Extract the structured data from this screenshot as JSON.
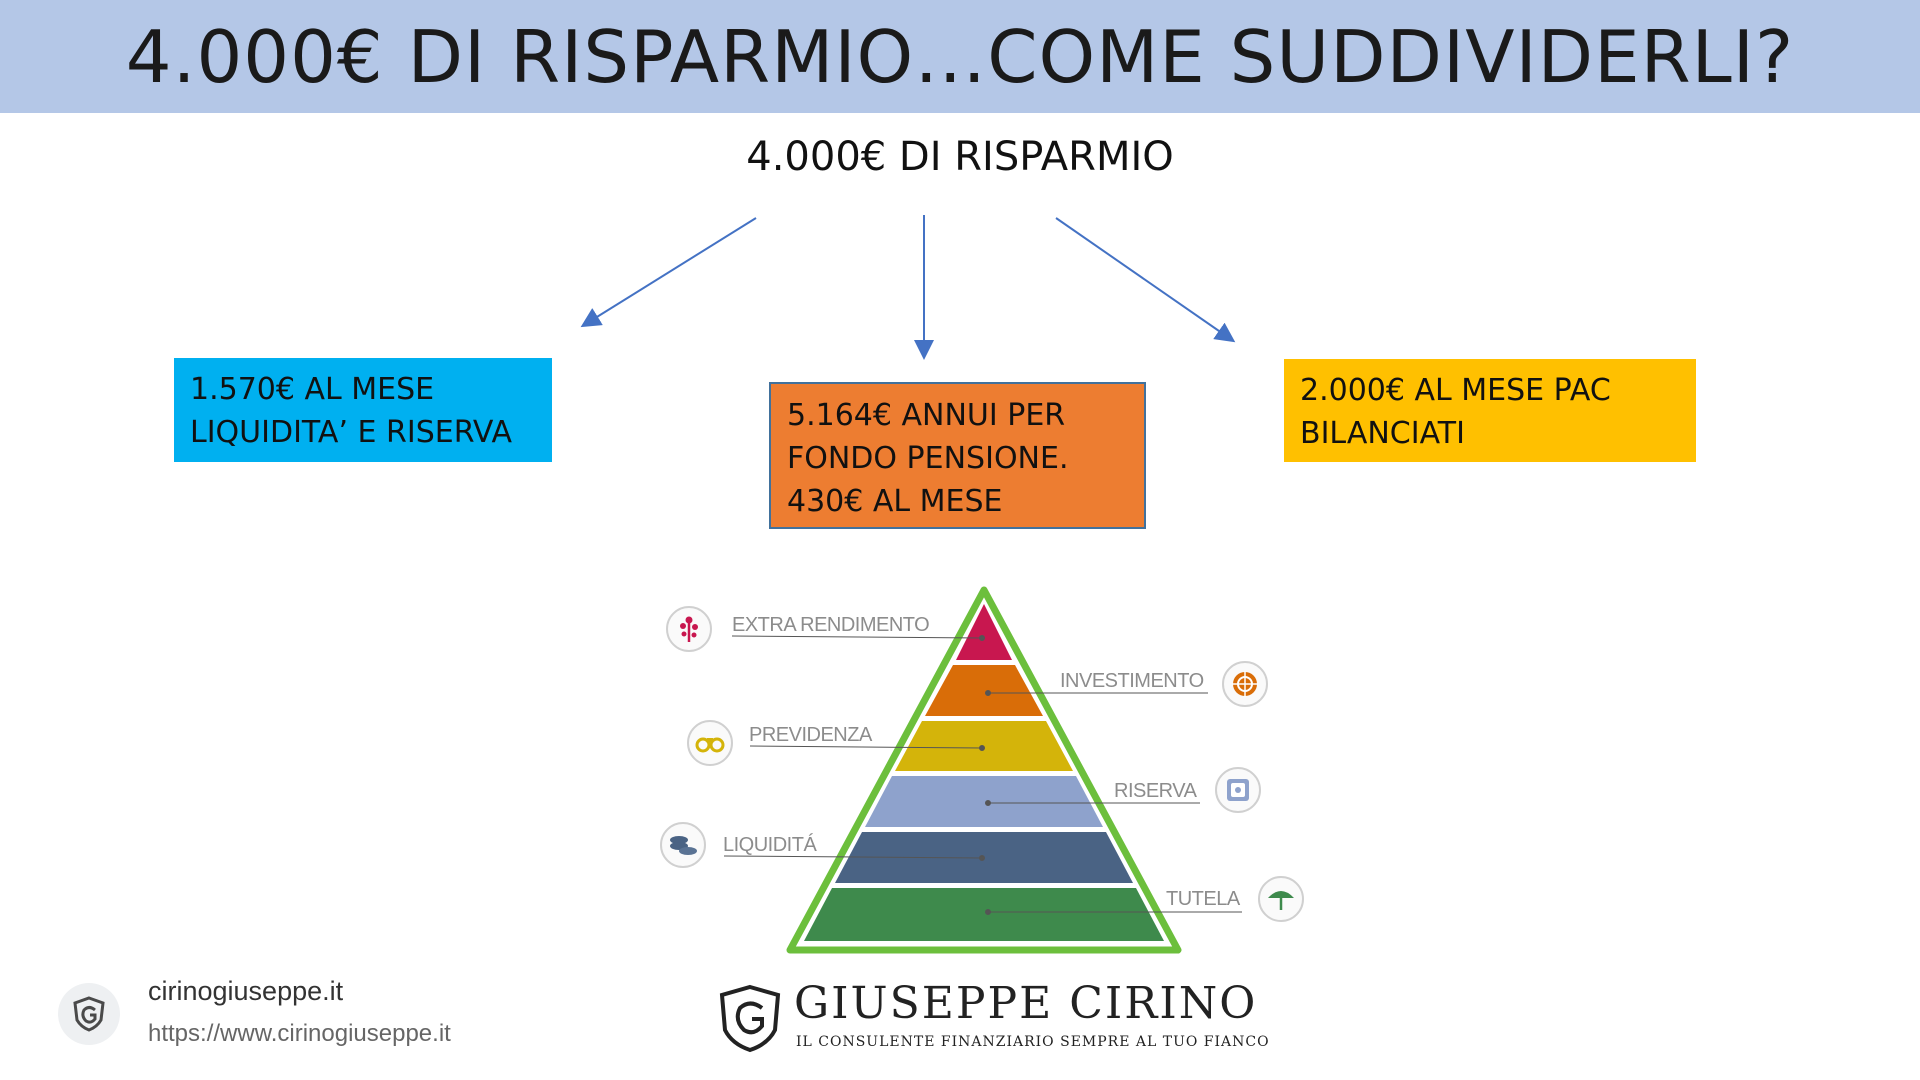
{
  "header": {
    "title": "4.000€ DI RISPARMIO…COME SUDDIVIDERLI?"
  },
  "diagram": {
    "root": "4.000€ DI RISPARMIO",
    "branches": [
      {
        "lines": [
          "1.570€ AL MESE",
          "LIQUIDITA’ E RISERVA"
        ],
        "color": "#00b0f0"
      },
      {
        "lines": [
          "5.164€ ANNUI PER",
          "FONDO PENSIONE.",
          "430€ AL MESE"
        ],
        "color": "#ed7d31"
      },
      {
        "lines": [
          "2.000€ AL MESE PAC",
          "BILANCIATI"
        ],
        "color": "#ffc000"
      }
    ],
    "arrow_color": "#4472c4"
  },
  "pyramid": {
    "outline_color": "#6cbf3c",
    "levels": [
      {
        "label": "EXTRA RENDIMENTO",
        "color": "#c8174f",
        "icon": "plant-icon"
      },
      {
        "label": "INVESTIMENTO",
        "color": "#d96d08",
        "icon": "target-icon"
      },
      {
        "label": "PREVIDENZA",
        "color": "#d4b40a",
        "icon": "binoculars-icon"
      },
      {
        "label": "RISERVA",
        "color": "#8ea2cc",
        "icon": "safe-icon"
      },
      {
        "label": "LIQUIDITÁ",
        "color": "#4a6384",
        "icon": "coins-icon"
      },
      {
        "label": "TUTELA",
        "color": "#3e8a4c",
        "icon": "umbrella-icon"
      }
    ]
  },
  "footer": {
    "site_name": "cirinogiuseppe.it",
    "site_url": "https://www.cirinogiuseppe.it",
    "brand_name": "GIUSEPPE CIRINO",
    "brand_tagline": "IL CONSULENTE FINANZIARIO SEMPRE AL TUO FIANCO"
  }
}
